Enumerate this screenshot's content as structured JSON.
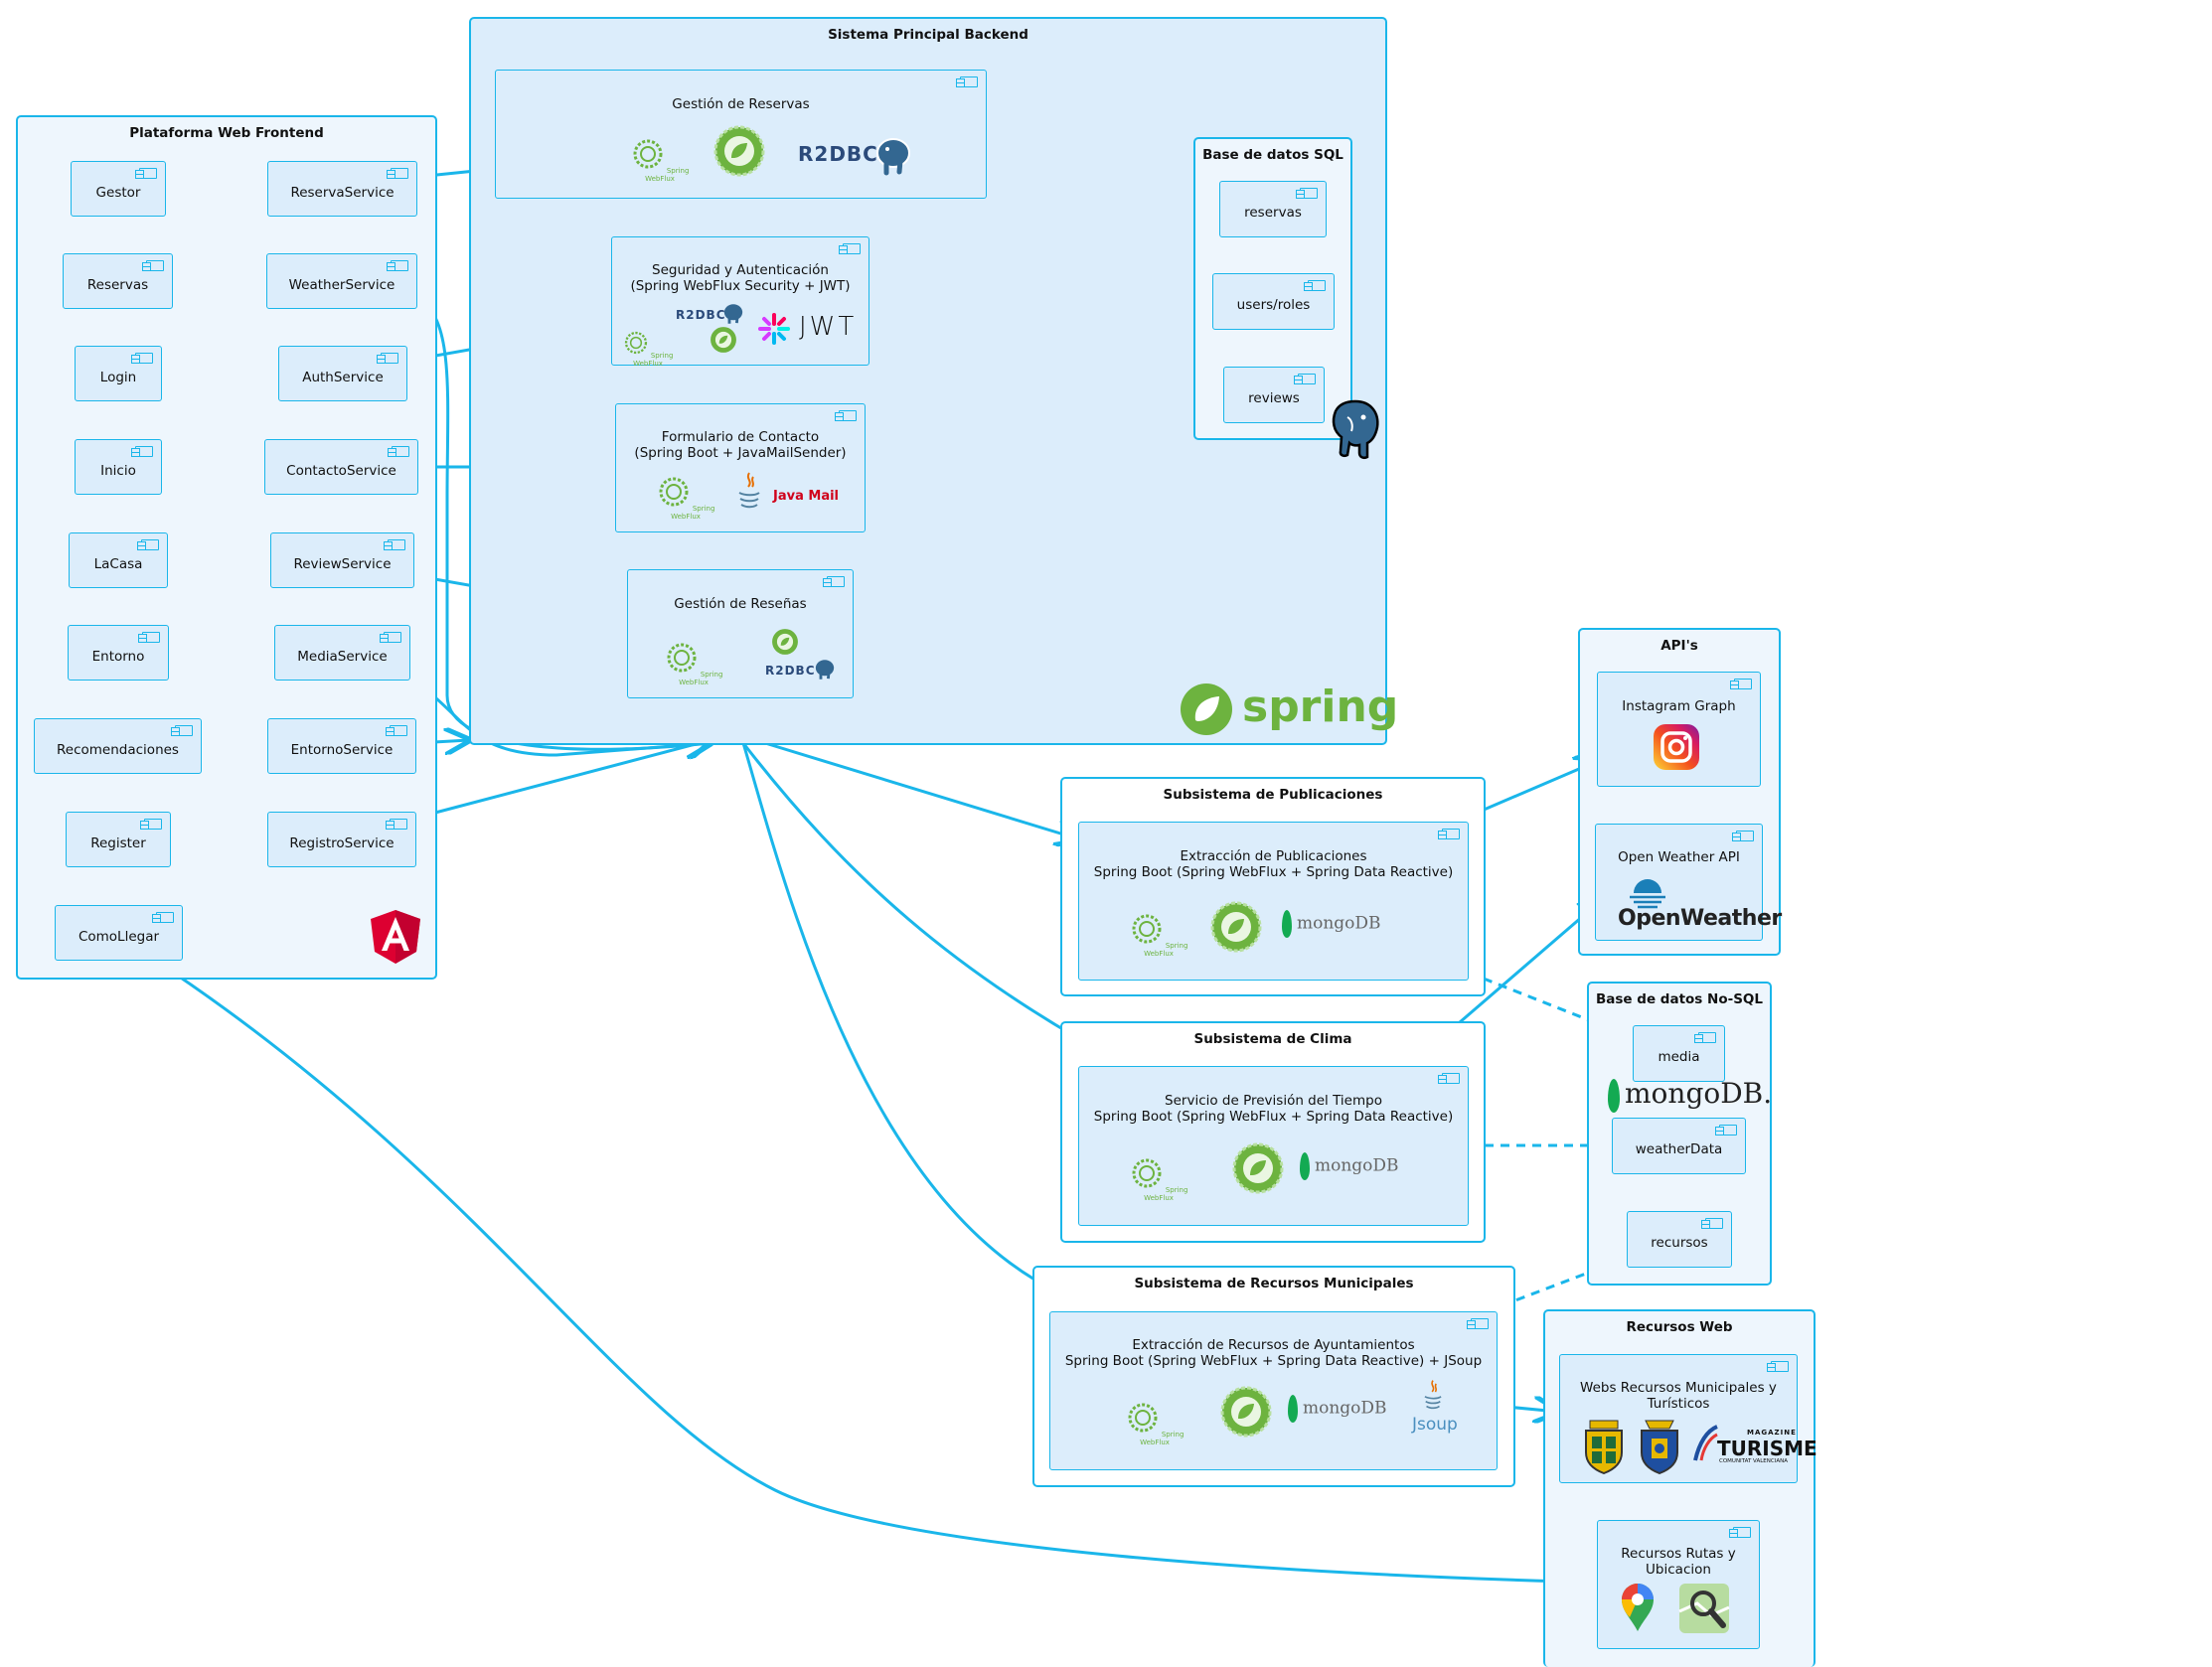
{
  "packages": {
    "frontend": "Plataforma Web Frontend",
    "backend": "Sistema Principal Backend",
    "sql": "Base de datos SQL",
    "apis": "API's",
    "publicaciones": "Subsistema de Publicaciones",
    "nosql": "Base de datos No-SQL",
    "clima": "Subsistema de Clima",
    "recursos": "Subsistema de Recursos Municipales",
    "web": "Recursos Web"
  },
  "frontend": {
    "gestor": "Gestor",
    "reservas": "Reservas",
    "login": "Login",
    "inicio": "Inicio",
    "lacasa": "LaCasa",
    "entorno": "Entorno",
    "recomendaciones": "Recomendaciones",
    "register": "Register",
    "comollegar": "ComoLlegar",
    "reservaservice": "ReservaService",
    "weatherservice": "WeatherService",
    "authservice": "AuthService",
    "contactoservice": "ContactoService",
    "reviewservice": "ReviewService",
    "mediaservice": "MediaService",
    "entornoservice": "EntornoService",
    "registroservice": "RegistroService"
  },
  "backend": {
    "reservas": "Gestión de Reservas",
    "seguridad": "Seguridad y Autenticación\n(Spring WebFlux Security + JWT)",
    "contacto": "Formulario de Contacto\n(Spring Boot + JavaMailSender)",
    "resenas": "Gestión de Reseñas",
    "spring_logo": "spring",
    "r2dbc": "R2DBC",
    "jwt": "JWT",
    "javamail": "Java Mail",
    "webflux": "Spring WebFlux"
  },
  "sql": {
    "reservas": "reservas",
    "users": "users/roles",
    "reviews": "reviews"
  },
  "apis": {
    "instagram": "Instagram Graph",
    "openweather": "Open Weather API",
    "openweather_logo": "OpenWeather"
  },
  "publicaciones": {
    "extraccion": "Extracción de Publicaciones\nSpring Boot (Spring WebFlux + Spring Data Reactive)",
    "mongo": "mongoDB"
  },
  "nosql": {
    "media": "media",
    "weather": "weatherData",
    "recursos": "recursos",
    "mongo": "mongoDB."
  },
  "clima": {
    "servicio": "Servicio de Previsión del Tiempo\nSpring Boot (Spring WebFlux + Spring Data Reactive)",
    "mongo": "mongoDB"
  },
  "recursos": {
    "extraccion": "Extracción de Recursos de Ayuntamientos\nSpring Boot (Spring WebFlux + Spring Data Reactive) + JSoup",
    "mongo": "mongoDB",
    "jsoup": "Jsoup"
  },
  "web": {
    "municipales": "Webs Recursos Municipales y\nTurísticos",
    "rutas": "Recursos Rutas y\nUbicacion",
    "turisme": "TURISME",
    "magazine": "MAGAZINE",
    "comunitat": "COMUNITAT VALENCIANA"
  },
  "colors": {
    "line": "#1ab6ea",
    "border": "#1ab6ea",
    "fill": "#dcedfb",
    "spring": "#6db33f",
    "angular": "#dd0031"
  }
}
